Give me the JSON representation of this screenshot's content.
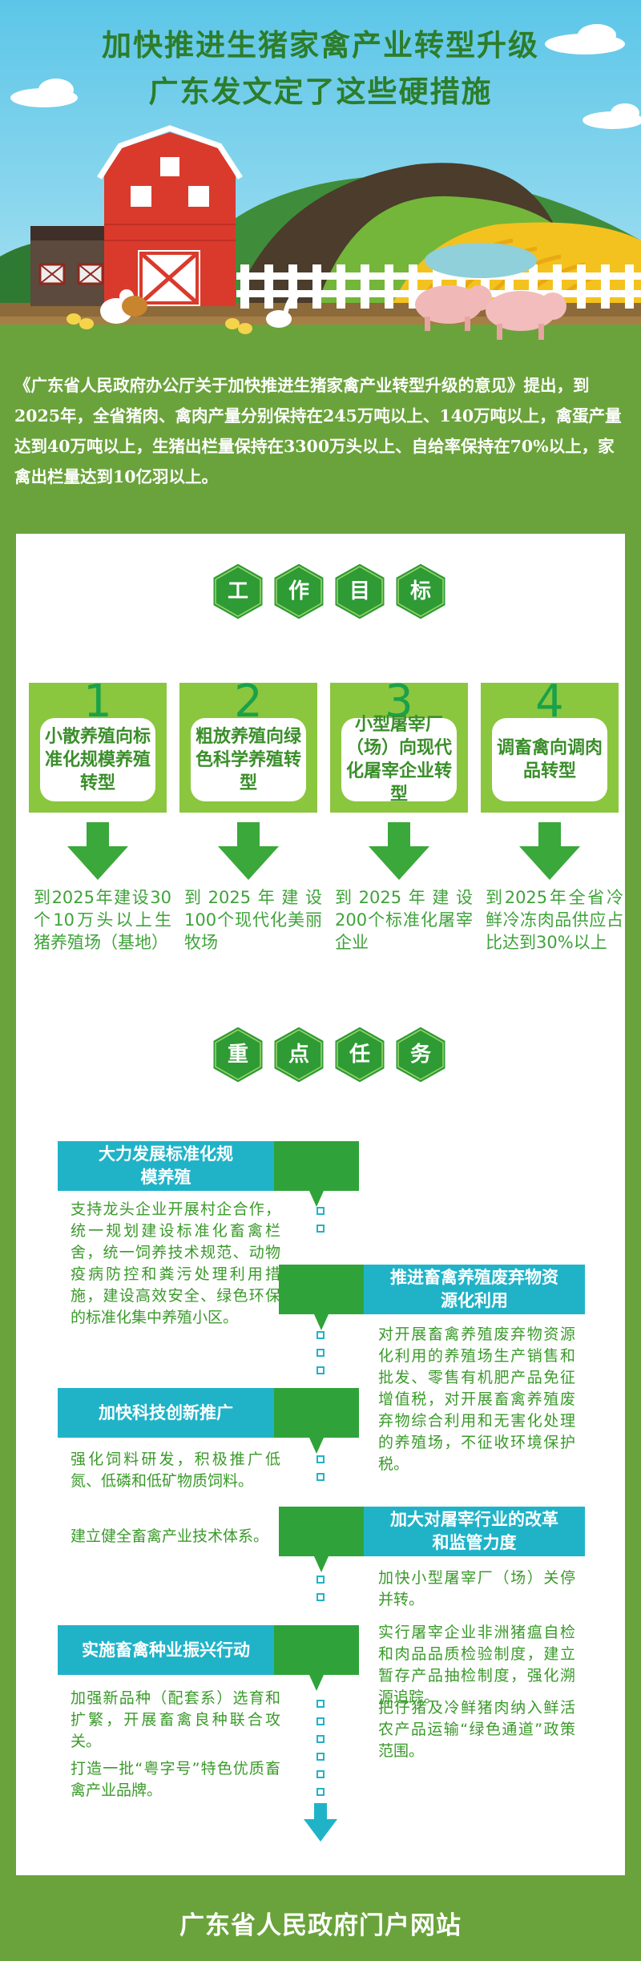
{
  "hero": {
    "title_line1": "加快推进生猪家禽产业转型升级",
    "title_line2": "广东发文定了这些硬措施"
  },
  "intro": {
    "text": "《广东省人民政府办公厅关于加快推进生猪家禽产业转型升级的意见》提出，到2025年，全省猪肉、禽肉产量分别保持在245万吨以上、140万吨以上，禽蛋产量达到40万吨以上，生猪出栏量保持在3300万头以上、自给率保持在70%以上，家禽出栏量达到10亿羽以上。"
  },
  "goals_section": {
    "heading_chars": [
      "工",
      "作",
      "目",
      "标"
    ],
    "items": [
      {
        "number": "1",
        "title": "小散养殖向标准化规模养殖转型",
        "target": "到2025年建设30个10万头以上生猪养殖场（基地）"
      },
      {
        "number": "2",
        "title": "粗放养殖向绿色科学养殖转型",
        "target": "到2025年建设100个现代化美丽牧场"
      },
      {
        "number": "3",
        "title": "小型屠宰厂（场）向现代化屠宰企业转型",
        "target": "到2025年建设200个标准化屠宰企业"
      },
      {
        "number": "4",
        "title": "调畜禽向调肉品转型",
        "target": "到2025年全省冷鲜冷冻肉品供应占比达到30%以上"
      }
    ]
  },
  "tasks_section": {
    "heading_chars": [
      "重",
      "点",
      "任",
      "务"
    ],
    "tasks": [
      {
        "title": "大力发展标准化规模养殖",
        "paragraphs": [
          "支持龙头企业开展村企合作，统一规划建设标准化畜禽栏舍，统一饲养技术规范、动物疫病防控和粪污处理利用措施，建设高效安全、绿色环保的标准化集中养殖小区。"
        ]
      },
      {
        "title": "推进畜禽养殖废弃物资源化利用",
        "paragraphs": [
          "对开展畜禽养殖废弃物资源化利用的养殖场生产销售和批发、零售有机肥产品免征增值税，对开展畜禽养殖废弃物综合利用和无害化处理的养殖场，不征收环境保护税。"
        ]
      },
      {
        "title": "加快科技创新推广",
        "paragraphs": [
          "强化饲料研发，积极推广低氮、低磷和低矿物质饲料。",
          "建立健全畜禽产业技术体系。"
        ]
      },
      {
        "title": "加大对屠宰行业的改革和监管力度",
        "paragraphs": [
          "加快小型屠宰厂（场）关停并转。",
          "实行屠宰企业非洲猪瘟自检和肉品品质检验制度，建立暂存产品抽检制度，强化溯源追踪。",
          "把仔猪及冷鲜猪肉纳入鲜活农产品运输“绿色通道”政策范围。"
        ]
      },
      {
        "title": "实施畜禽种业振兴行动",
        "paragraphs": [
          "加强新品种（配套系）选育和扩繁，开展畜禽良种联合攻关。",
          "打造一批“粤字号”特色优质畜禽产业品牌。"
        ]
      }
    ]
  },
  "footer": {
    "text": "广东省人民政府门户网站"
  },
  "colors": {
    "background_green": "#6aa33b",
    "hex_green": "#2e9b35",
    "card_green": "#8bc63f",
    "arrow_green": "#3aa83a",
    "task_blue": "#20b3c8",
    "text_green": "#3fa33a"
  }
}
